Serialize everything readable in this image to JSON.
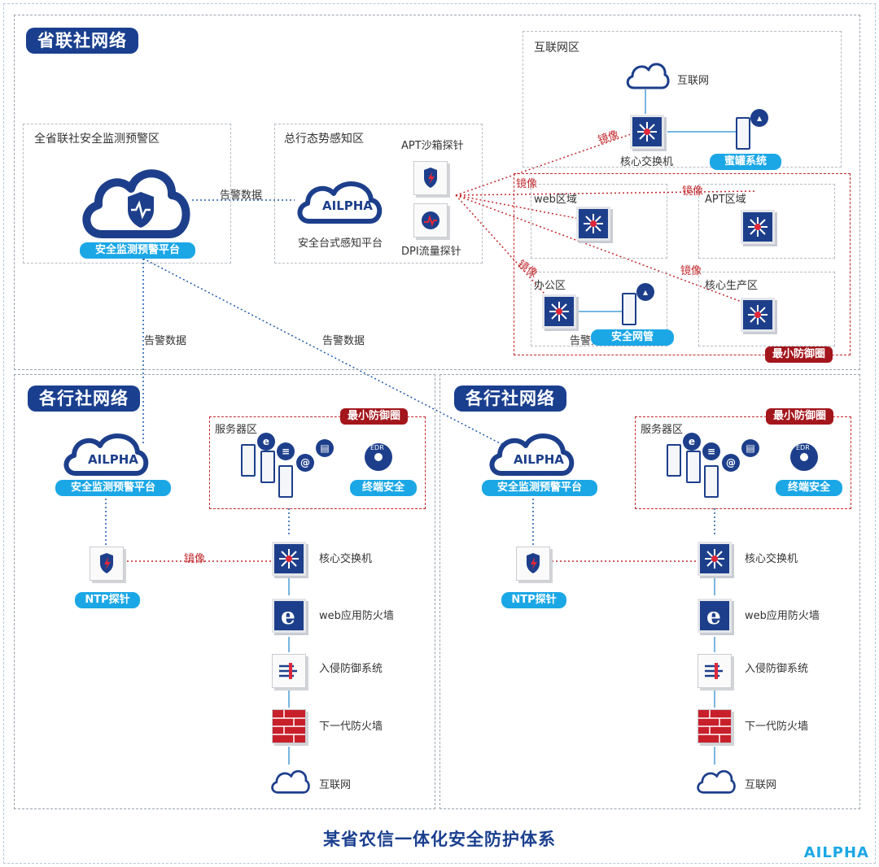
{
  "top": {
    "title": "省联社网络",
    "monitor_zone": {
      "label": "全省联社安全监测预警区",
      "platform": "安全监测预警平台"
    },
    "situation_zone": {
      "label": "总行态势感知区",
      "platform_logo": "AILPHA",
      "platform": "安全台式感知平台"
    },
    "apt_probe": "APT沙箱探针",
    "dpi_probe": "DPI流量探针",
    "internet_zone": {
      "label": "互联网区",
      "internet": "互联网",
      "core_switch": "核心交换机",
      "honeypot": "蜜罐系统"
    },
    "zones": {
      "web": "web区域",
      "apt": "APT区域",
      "office": "办公区",
      "core_prod": "核心生产区"
    },
    "office_mgmt": "安全网管",
    "office_alarm": "告警数据",
    "min_defense": "最小防御圈"
  },
  "links": {
    "alarm": "告警数据",
    "mirror": "镜像"
  },
  "branches": [
    {
      "title": "各行社网络",
      "platform_logo": "AILPHA",
      "platform": "安全监测预警平台",
      "server_zone": "服务器区",
      "min_defense": "最小防御圈",
      "endpoint": "终端安全",
      "edr": "EDR",
      "ntp_probe": "NTP探针",
      "mirror": "镜像",
      "chain": [
        "核心交换机",
        "web应用防火墙",
        "入侵防御系统",
        "下一代防火墙",
        "互联网"
      ]
    },
    {
      "title": "各行社网络",
      "platform_logo": "AILPHA",
      "platform": "安全监测预警平台",
      "server_zone": "服务器区",
      "min_defense": "最小防御圈",
      "endpoint": "终端安全",
      "edr": "EDR",
      "ntp_probe": "NTP探针",
      "mirror": "",
      "chain": [
        "核心交换机",
        "web应用防火墙",
        "入侵防御系统",
        "下一代防火墙",
        "互联网"
      ]
    }
  ],
  "footer": {
    "title": "某省农信一体化安全防护体系",
    "brand": "AILPHA"
  },
  "colors": {
    "navy": "#1d3f8b",
    "accent": "#1ba7e6",
    "red": "#c0282d"
  }
}
